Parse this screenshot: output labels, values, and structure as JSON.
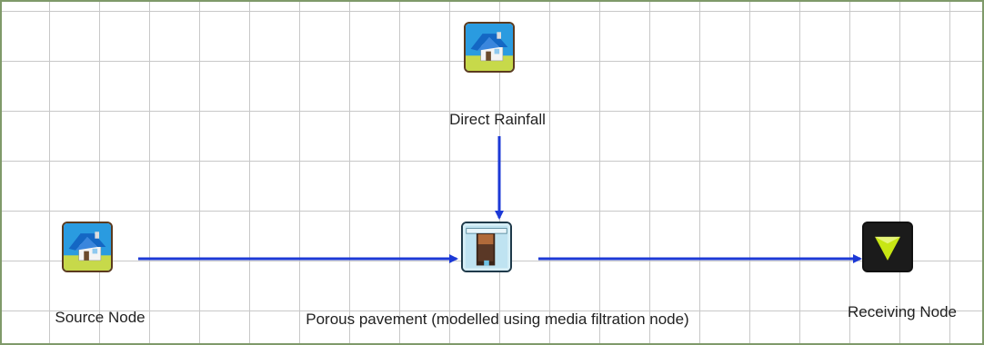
{
  "nodes": {
    "direct_rainfall": {
      "label": "Direct Rainfall",
      "icon": "house-icon"
    },
    "source": {
      "label": "Source Node",
      "icon": "house-icon"
    },
    "porous_pavement": {
      "label": "Porous pavement (modelled using media filtration node)",
      "icon": "media-filtration-icon"
    },
    "receiving": {
      "label": "Receiving Node",
      "icon": "receiving-triangle-icon"
    }
  },
  "colors": {
    "link": "#1c39d6",
    "grid": "#c8c8c8",
    "border": "#7f9a6a",
    "receiving_triangle": "#c8e614"
  }
}
